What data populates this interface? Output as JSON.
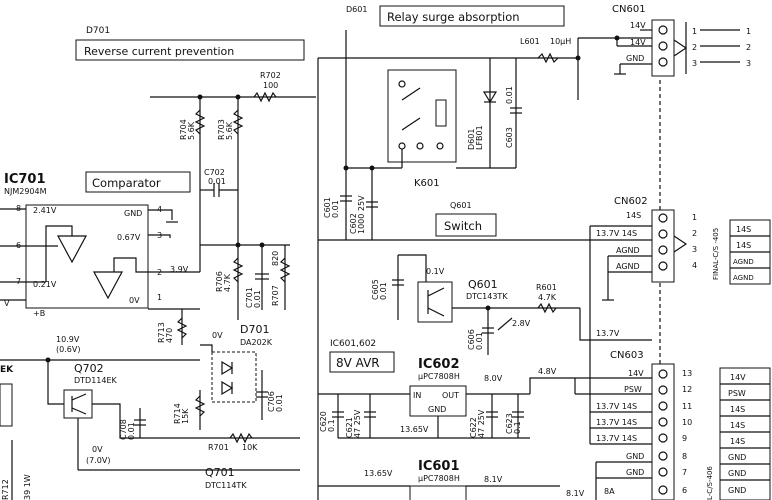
{
  "labels": {
    "d701_top": "D701",
    "reverse_current": "Reverse current prevention",
    "d601_top": "D601",
    "relay_surge": "Relay surge absorption",
    "r702": "R702",
    "r702_val": "100",
    "l601": "L601",
    "l601_val": "10µH",
    "r704": "R704",
    "r704_val": "5.6K",
    "r703": "R703",
    "r703_val": "5.6K",
    "c702": "C702",
    "c702_val": "0.01",
    "ic701": "IC701",
    "ic701_part": "NJM2904M",
    "comparator": "Comparator",
    "gnd_ic701": "GND",
    "v_241": "2.41V",
    "v_067": "0.67V",
    "v_021": "0.21V",
    "v_39": "3.9V",
    "v_0v_ic": "0V",
    "pin8": "8",
    "pin6": "6",
    "pin7": "7",
    "pin4": "4",
    "pin3": "3",
    "pin2": "2",
    "pin1": "1",
    "vplus_b": "V",
    "plus_b": "+B",
    "r706": "R706",
    "r706_val": "4.7K",
    "c701": "C701",
    "c701_val": "0.01",
    "r707": "R707",
    "r707_val": "820",
    "r713": "R713",
    "r713_val": "470",
    "d701": "D701",
    "d701_part": "DA202K",
    "v_0v_d701a": "0V",
    "v_0v_d701b": "0V",
    "r714": "R714",
    "r714_val": "15K",
    "c706": "C706",
    "c706_val": "0.01",
    "c708": "C708",
    "c708_val": "0.01",
    "r701": "R701",
    "r701_val": "10K",
    "v_109": "10.9V",
    "v_06": "(0.6V)",
    "q702": "Q702",
    "q702_part": "DTD114EK",
    "ek_left": "EK",
    "v_0v_q702": "0V",
    "v_70": "(7.0V)",
    "r712": "R712",
    "r712_val": "39 1W",
    "q701": "Q701",
    "q701_part": "DTC114TK",
    "c601": "C601",
    "c601_val": "0.01",
    "c602": "C602",
    "c602_val": "1000 25V",
    "k601": "K601",
    "d601": "D601",
    "d601_part": "LFB01",
    "c603": "C603",
    "c603_val": "0.01",
    "q601_top": "Q601",
    "switch": "Switch",
    "c605": "C605",
    "c605_val": "0.01",
    "v_01": "0.1V",
    "q601": "Q601",
    "q601_part": "DTC143TK",
    "r601": "R601",
    "r601_val": "4.7K",
    "c606": "C606",
    "c606_val": "0.01",
    "v_28": "2.8V",
    "ic601_602": "IC601,602",
    "avr8": "8V AVR",
    "ic602": "IC602",
    "ic602_part": "µPC7808H",
    "in": "IN",
    "out": "OUT",
    "gnd_ic602": "GND",
    "v_80": "8.0V",
    "v_48": "4.8V",
    "c620": "C620",
    "c620_val": "0.1",
    "c621": "C621",
    "c621_val": "47 25V",
    "v_1365a": "13.65V",
    "c622": "C622",
    "c622_val": "47 25V",
    "c623": "C623",
    "c623_val": "0.1",
    "ic601": "IC601",
    "ic601_part": "µPC7808H",
    "v_1365b": "13.65V",
    "v_81a": "8.1V",
    "v_81b": "8.1V",
    "pin_8a": "8A",
    "v_137": "13.7V",
    "cn601": "CN601",
    "cn601_p1": "14V",
    "cn601_p2": "14V",
    "cn601_p3": "GND",
    "cn601_n1": "1",
    "cn601_n2": "2",
    "cn601_n3": "3",
    "cn601_o1": "1",
    "cn601_o2": "2",
    "cn601_o3": "3",
    "cn602": "CN602",
    "cn602_p1": "14S",
    "cn602_p2": "13.7V 14S",
    "cn602_p3": "AGND",
    "cn602_p4": "AGND",
    "cn602_n1": "1",
    "cn602_n2": "2",
    "cn602_n3": "3",
    "cn602_n4": "4",
    "final_cs": "FINAL-C/S -405",
    "cn602_r1": "14S",
    "cn602_r2": "14S",
    "cn602_r3": "AGND",
    "cn602_r4": "AGND",
    "cn603": "CN603",
    "cn603_p13": "14V",
    "cn603_p12": "PSW",
    "cn603_p11": "13.7V 14S",
    "cn603_p10": "13.7V 14S",
    "cn603_p9": "13.7V 14S",
    "cn603_p8": "GND",
    "cn603_p7": "GND",
    "cn603_n13": "13",
    "cn603_n12": "12",
    "cn603_n11": "11",
    "cn603_n10": "10",
    "cn603_n9": "9",
    "cn603_n8": "8",
    "cn603_n7": "7",
    "cn603_n6": "6",
    "lcs": "L-C/S-406",
    "cn603_r13": "14V",
    "cn603_r12": "PSW",
    "cn603_r11": "14S",
    "cn603_r10": "14S",
    "cn603_r9": "14S",
    "cn603_r8": "GND",
    "cn603_r7": "GND",
    "cn603_r6": "GND"
  }
}
